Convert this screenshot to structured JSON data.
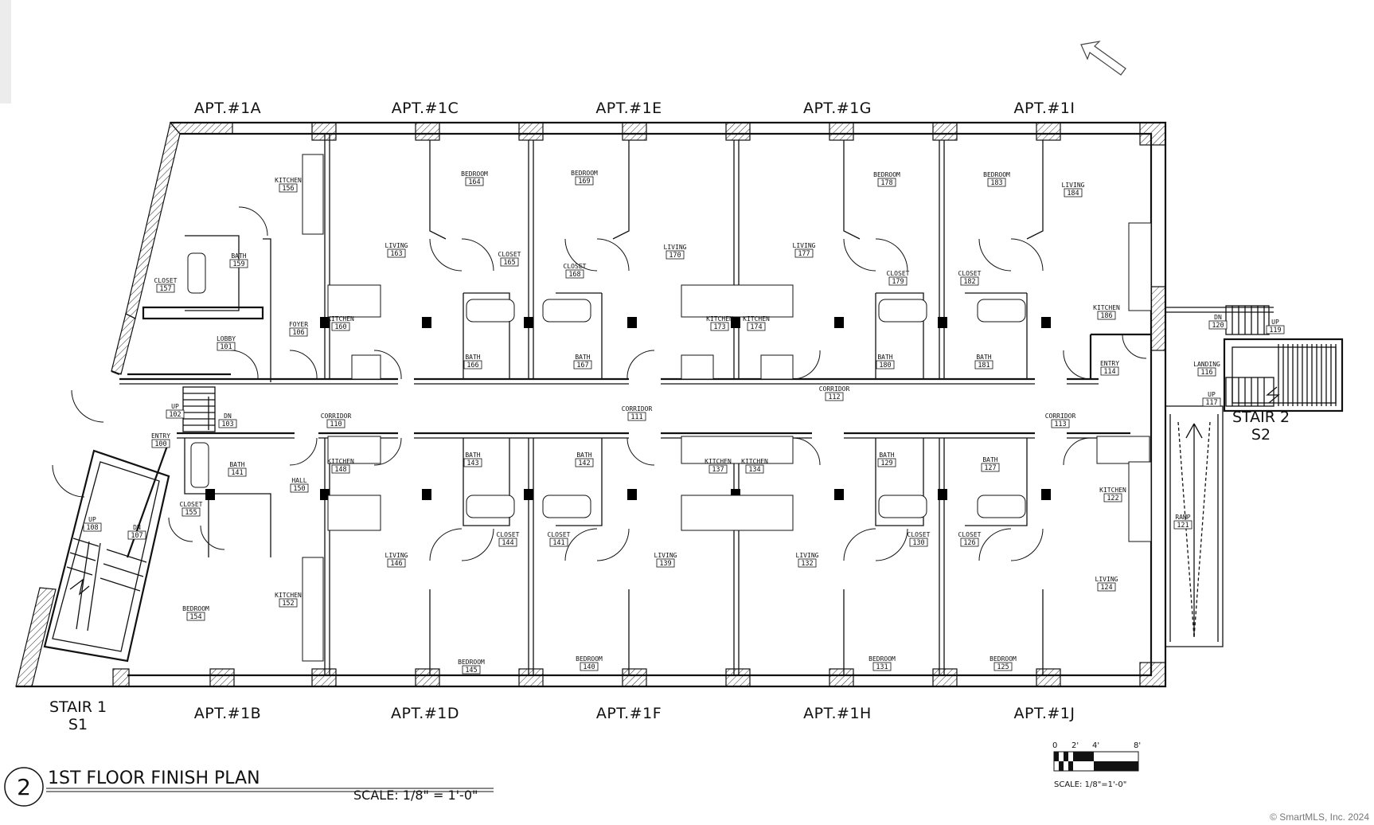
{
  "apartments_top": [
    "APT.#1A",
    "APT.#1C",
    "APT.#1E",
    "APT.#1G",
    "APT.#1I"
  ],
  "apartments_bottom": [
    "APT.#1B",
    "APT.#1D",
    "APT.#1F",
    "APT.#1H",
    "APT.#1J"
  ],
  "rooms": [
    {
      "name": "KITCHEN",
      "num": "156"
    },
    {
      "name": "BATH",
      "num": "159"
    },
    {
      "name": "CLOSET",
      "num": "157"
    },
    {
      "name": "LOBBY",
      "num": "101"
    },
    {
      "name": "FOYER",
      "num": "106"
    },
    {
      "name": "BEDROOM",
      "num": "164"
    },
    {
      "name": "LIVING",
      "num": "163"
    },
    {
      "name": "CLOSET",
      "num": "165"
    },
    {
      "name": "KITCHEN",
      "num": "160"
    },
    {
      "name": "BATH",
      "num": "166"
    },
    {
      "name": "BEDROOM",
      "num": "169"
    },
    {
      "name": "CLOSET",
      "num": "168"
    },
    {
      "name": "BATH",
      "num": "167"
    },
    {
      "name": "LIVING",
      "num": "170"
    },
    {
      "name": "KITCHEN",
      "num": "173"
    },
    {
      "name": "KITCHEN",
      "num": "174"
    },
    {
      "name": "LIVING",
      "num": "177"
    },
    {
      "name": "BEDROOM",
      "num": "178"
    },
    {
      "name": "CLOSET",
      "num": "179"
    },
    {
      "name": "BATH",
      "num": "180"
    },
    {
      "name": "BEDROOM",
      "num": "183"
    },
    {
      "name": "CLOSET",
      "num": "182"
    },
    {
      "name": "BATH",
      "num": "181"
    },
    {
      "name": "LIVING",
      "num": "184"
    },
    {
      "name": "KITCHEN",
      "num": "186"
    },
    {
      "name": "ENTRY",
      "num": "114"
    },
    {
      "name": "CORRIDOR",
      "num": "112"
    },
    {
      "name": "CORRIDOR",
      "num": "111"
    },
    {
      "name": "CORRIDOR",
      "num": "110"
    },
    {
      "name": "CORRIDOR",
      "num": "113"
    },
    {
      "name": "UP",
      "num": "102"
    },
    {
      "name": "DN",
      "num": "103"
    },
    {
      "name": "ENTRY",
      "num": "100"
    },
    {
      "name": "BATH",
      "num": "141"
    },
    {
      "name": "HALL",
      "num": "150"
    },
    {
      "name": "KITCHEN",
      "num": "148"
    },
    {
      "name": "CLOSET",
      "num": "155"
    },
    {
      "name": "UP",
      "num": "108"
    },
    {
      "name": "DN",
      "num": "107"
    },
    {
      "name": "BEDROOM",
      "num": "154"
    },
    {
      "name": "KITCHEN",
      "num": "152"
    },
    {
      "name": "BATH",
      "num": "143"
    },
    {
      "name": "BATH",
      "num": "142"
    },
    {
      "name": "LIVING",
      "num": "146"
    },
    {
      "name": "CLOSET",
      "num": "144"
    },
    {
      "name": "CLOSET",
      "num": "141"
    },
    {
      "name": "LIVING",
      "num": "139"
    },
    {
      "name": "BEDROOM",
      "num": "145"
    },
    {
      "name": "BEDROOM",
      "num": "140"
    },
    {
      "name": "KITCHEN",
      "num": "137"
    },
    {
      "name": "KITCHEN",
      "num": "134"
    },
    {
      "name": "LIVING",
      "num": "132"
    },
    {
      "name": "BATH",
      "num": "129"
    },
    {
      "name": "BATH",
      "num": "127"
    },
    {
      "name": "CLOSET",
      "num": "130"
    },
    {
      "name": "CLOSET",
      "num": "126"
    },
    {
      "name": "BEDROOM",
      "num": "131"
    },
    {
      "name": "BEDROOM",
      "num": "125"
    },
    {
      "name": "LIVING",
      "num": "124"
    },
    {
      "name": "KITCHEN",
      "num": "122"
    },
    {
      "name": "DN",
      "num": "120"
    },
    {
      "name": "UP",
      "num": "119"
    },
    {
      "name": "LANDING",
      "num": "116"
    },
    {
      "name": "UP",
      "num": "117"
    },
    {
      "name": "RAMP",
      "num": "121"
    }
  ],
  "stairs": [
    {
      "line1": "STAIR 1",
      "line2": "S1"
    },
    {
      "line1": "STAIR 2",
      "line2": "S2"
    }
  ],
  "title": {
    "number": "2",
    "text": "1ST FLOOR FINISH PLAN",
    "scale": "SCALE: 1/8\" = 1'-0\""
  },
  "scale_bar": {
    "ticks": [
      "0",
      "2'",
      "4'",
      "8'"
    ],
    "label": "SCALE: 1/8\"=1'-0\""
  },
  "watermark": "© SmartMLS, Inc. 2024"
}
